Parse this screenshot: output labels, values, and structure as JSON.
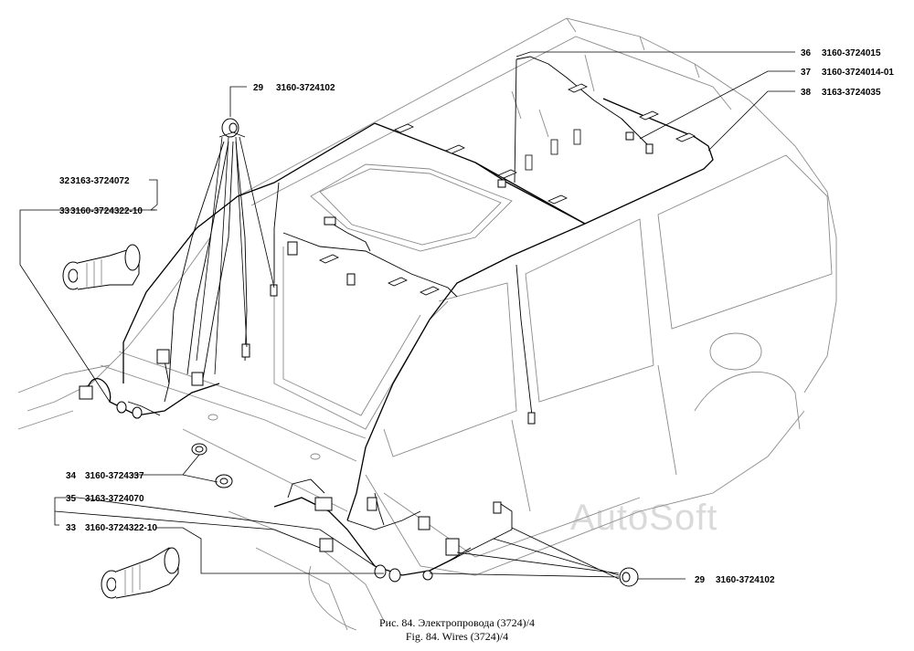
{
  "labels": [
    {
      "num": "29",
      "part": "3160-3724102"
    },
    {
      "num": "32",
      "part": "3163-3724072"
    },
    {
      "num": "33",
      "part": "3160-3724322-10"
    },
    {
      "num": "36",
      "part": "3160-3724015"
    },
    {
      "num": "37",
      "part": "3160-3724014-01"
    },
    {
      "num": "38",
      "part": "3163-3724035"
    },
    {
      "num": "34",
      "part": "3160-3724337"
    },
    {
      "num": "35",
      "part": "3163-3724070"
    },
    {
      "num": "33",
      "part": "3160-3724322-10"
    },
    {
      "num": "29",
      "part": "3160-3724102"
    }
  ],
  "caption": {
    "ru": "Рис. 84. Электропровода (3724)/4",
    "en": "Fig. 84. Wires (3724)/4"
  },
  "watermark": "AutoSoft"
}
